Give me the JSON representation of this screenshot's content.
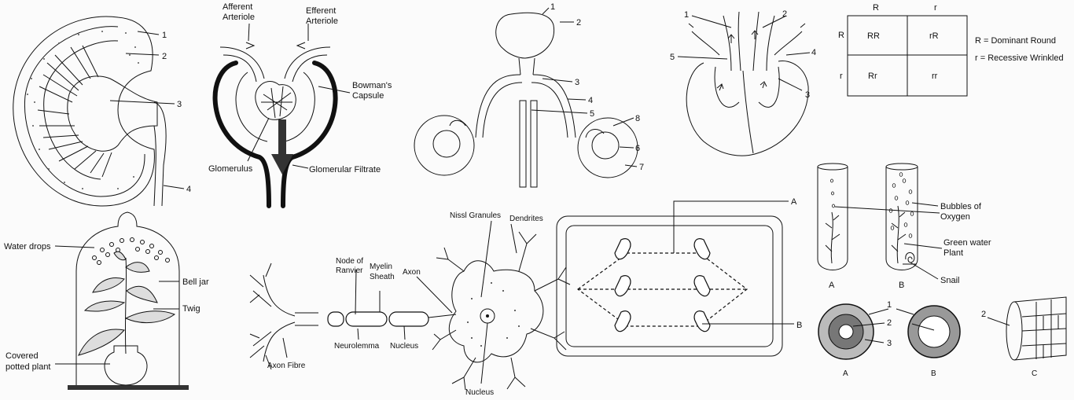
{
  "kidney": {
    "labels": [
      "1",
      "2",
      "3",
      "4"
    ]
  },
  "nephron": {
    "afferent": [
      "Afferent",
      "Arteriole"
    ],
    "efferent": [
      "Efferent",
      "Arteriole"
    ],
    "bowman": [
      "Bowman's",
      "Capsule"
    ],
    "glomerulus": "Glomerulus",
    "filtrate": "Glomerular Filtrate"
  },
  "urinary": {
    "labels": [
      "1",
      "2",
      "3",
      "4",
      "5",
      "6",
      "7",
      "8"
    ]
  },
  "heart": {
    "labels": [
      "1",
      "2",
      "3",
      "4",
      "5"
    ]
  },
  "punnett": {
    "top": [
      "R",
      "r"
    ],
    "side": [
      "R",
      "r"
    ],
    "cells": [
      [
        "RR",
        "rR"
      ],
      [
        "Rr",
        "rr"
      ]
    ],
    "legend": [
      "R = Dominant Round",
      "r = Recessive Wrinkled"
    ]
  },
  "belljar": {
    "water_drops": "Water drops",
    "bell_jar": "Bell jar",
    "twig": "Twig",
    "covered": [
      "Covered",
      "potted plant"
    ]
  },
  "neuron": {
    "node": [
      "Node of",
      "Ranvier"
    ],
    "myelin": [
      "Myelin",
      "Sheath"
    ],
    "axon": "Axon",
    "nissl": "Nissl Granules",
    "dendrites": "Dendrites",
    "axon_fibre": "Axon Fibre",
    "neurolemma": "Neurolemma",
    "nucleus1": "Nucleus",
    "nucleus2": "Nucleus"
  },
  "mitosis": {
    "label_a": "A",
    "label_b": "B"
  },
  "oxygen": {
    "bubbles": [
      "Bubbles of",
      "Oxygen"
    ],
    "plant": [
      "Green water",
      "Plant"
    ],
    "snail": "Snail",
    "tube_a": "A",
    "tube_b": "B"
  },
  "sections": {
    "labels": [
      "1",
      "2",
      "3",
      "2"
    ],
    "captions": [
      "A",
      "B",
      "C"
    ]
  }
}
